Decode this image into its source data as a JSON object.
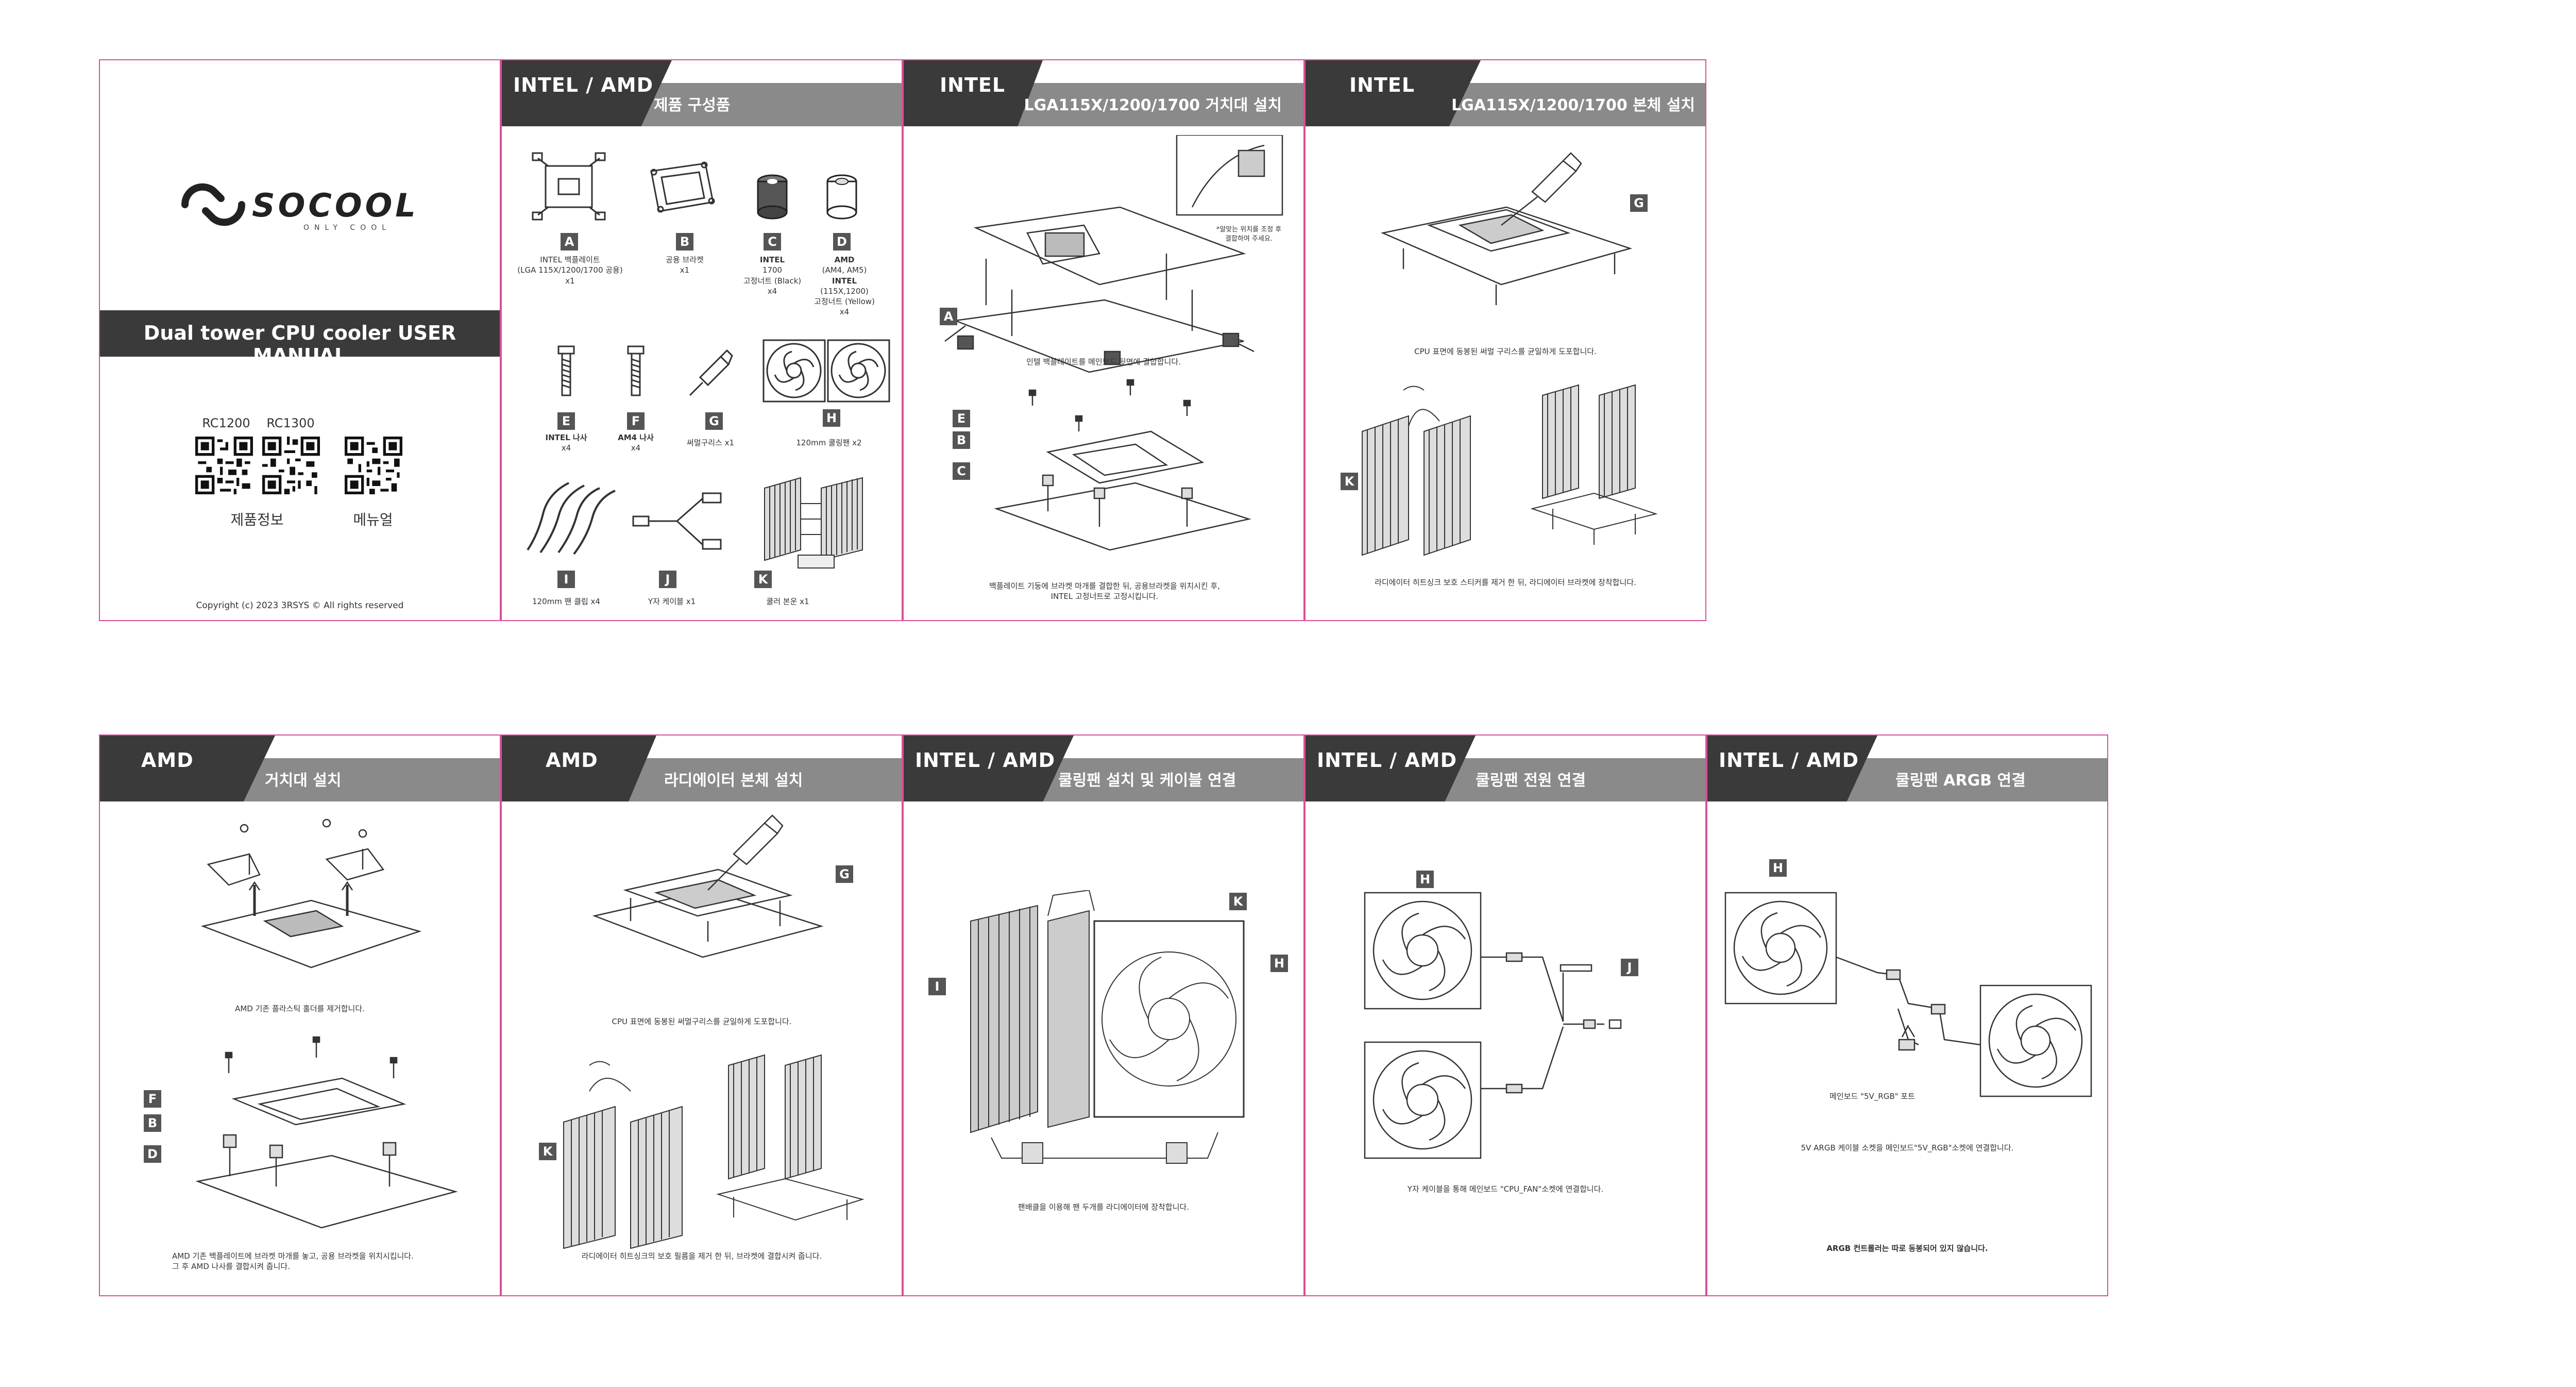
{
  "cover": {
    "brand": "SOCOOL",
    "tagline": "ONLY COOL",
    "title": "Dual tower CPU cooler USER MANUAL",
    "qr_label_1": "RC1200",
    "qr_label_2": "RC1300",
    "info_label": "제품정보",
    "manual_label": "메뉴얼",
    "copyright": "Copyright (c) 2023 3RSYS © All rights reserved"
  },
  "components": {
    "brand": "INTEL / AMD",
    "title": "제품 구성품",
    "items": [
      {
        "letter": "A",
        "line1": "INTEL 백플레이트",
        "line2": "(LGA 115X/1200/1700 공용)",
        "line3": "x1"
      },
      {
        "letter": "B",
        "line1": "공용 브라켓",
        "line2": "x1",
        "line3": ""
      },
      {
        "letter": "C",
        "line1": "INTEL",
        "line2": "1700",
        "line3": "고정너트 (Black)",
        "line4": "x4"
      },
      {
        "letter": "D",
        "line1": "AMD",
        "line2": "(AM4, AM5)",
        "line3": "INTEL",
        "line4": "(115X,1200)",
        "line5": "고정너트 (Yellow)",
        "line6": "x4"
      },
      {
        "letter": "E",
        "line1": "INTEL 나사",
        "line2": "x4"
      },
      {
        "letter": "F",
        "line1": "AM4 나사",
        "line2": "x4"
      },
      {
        "letter": "G",
        "line1": "써멀구리스 x1"
      },
      {
        "letter": "H",
        "line1": "120mm 쿨링팬 x2"
      },
      {
        "letter": "I",
        "line1": "120mm 팬 클립 x4"
      },
      {
        "letter": "J",
        "line1": "Y자 케이블 x1"
      },
      {
        "letter": "K",
        "line1": "쿨러 본운 x1"
      }
    ]
  },
  "intel_bracket": {
    "brand": "INTEL",
    "title": "LGA115X/1200/1700 거치대 설치",
    "note_line1": "*알맞는 위치를 조정 후",
    "note_line2": "결합하여 주세요.",
    "caption1": "인텔 백플레이트를 메인보드 뒷면에 결합합니다.",
    "caption2_line1": "백플레이트 기둥에 브라켓 마개를 결합한 뒤, 공용브라켓을 위치시킨 후,",
    "caption2_line2": "INTEL 고정너트로 고정시킵니다."
  },
  "intel_body": {
    "brand": "INTEL",
    "title": "LGA115X/1200/1700 본체 설치",
    "caption1": "CPU 표면에 동봉된 써멀 구리스를 균일하게 도포합니다.",
    "caption2": "라디에이터 히트싱크 보호 스티커를 제거 한 뒤, 라디에이터 브라켓에 장착합니다."
  },
  "amd_bracket": {
    "brand": "AMD",
    "title": "거치대 설치",
    "caption1": "AMD 기존 플라스틱 홀더를 제거합니다.",
    "caption2_line1": "AMD 기존 백플레이트에 브라켓 마개를 놓고, 공용 브라켓을 위치시킵니다.",
    "caption2_line2": "그 후 AMD 나사를 결합시켜 줍니다."
  },
  "amd_body": {
    "brand": "AMD",
    "title": "라디에이터 본체 설치",
    "caption1": "CPU 표면에 동봉된 써멀구리스를 균일하게 도포합니다.",
    "caption2": "라디에이터 히트싱크의 보호 필름을 제거 한 뒤, 브라켓에 결합시켜 줍니다."
  },
  "fan_install": {
    "brand": "INTEL / AMD",
    "title": "쿨링팬 설치 및 케이블 연결",
    "caption": "팬배클을 이용해 팬 두개를 라디에이터에 장착합니다."
  },
  "fan_power": {
    "brand": "INTEL / AMD",
    "title": "쿨링팬 전원 연결",
    "caption": "Y자 케이블을 통해  메인보드 \"CPU_FAN\"소켓에  연결합니다."
  },
  "fan_argb": {
    "brand": "INTEL / AMD",
    "title": "쿨링팬 ARGB 연결",
    "port_label": "메인보드 \"5V_RGB\" 포트",
    "caption": "5V ARGB 케이블 소켓을 메인보드\"5V_RGB\"소켓에 연결합니다.",
    "note": "ARGB 컨트롤러는 따로 동봉되어 있지 않습니다."
  }
}
